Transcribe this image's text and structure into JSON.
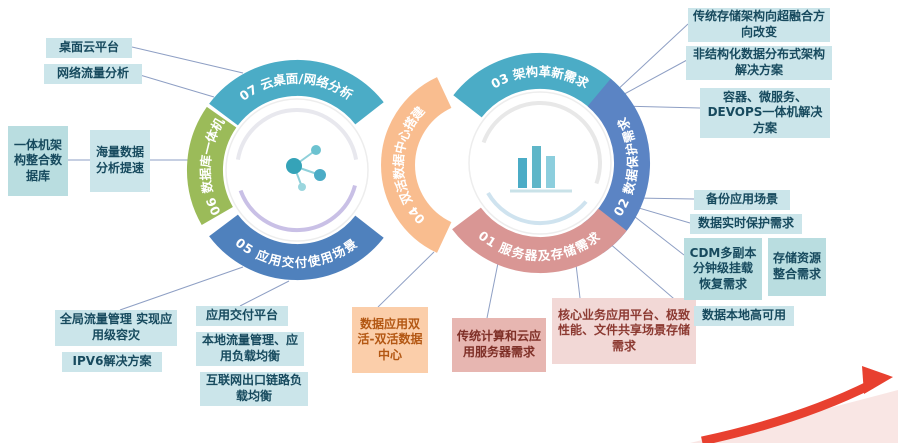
{
  "diagram": {
    "arcs": {
      "a07": "07 云桌面/网络分析",
      "a06": "06 数据库一体机",
      "a05": "05 应用交付使用场景",
      "a04": "04 双活数据中心搭建",
      "a03": "03 架构革新需求",
      "a02": "02 数据保护需求",
      "a01": "01 服务器及存储需求"
    },
    "arc_colors": {
      "a07": "#4bacc6",
      "a06": "#9bbb59",
      "a05": "#4f81bd",
      "a04": "#f9bd8f",
      "a03": "#4bacc6",
      "a02": "#5b84c4",
      "a01": "#d99694"
    },
    "labels": {
      "desktop_cloud_platform": "桌面云平台",
      "network_traffic_analysis": "网络流量分析",
      "appliance_architecture_db": "一体机架构整合数据库",
      "massive_data_speedup": "海量数据分析提速",
      "global_traffic_mgmt": "全局流量管理 实现应用级容灾",
      "ipv6_solution": "IPV6解决方案",
      "app_delivery_platform": "应用交付平台",
      "local_traffic_lb": "本地流量管理、应用负载均衡",
      "internet_link_lb": "互联网出口链路负载均衡",
      "dual_active_dc": "数据应用双活-双活数据中心",
      "traditional_cloud_server": "传统计算和云应用服务器需求",
      "core_business_storage": "核心业务应用平台、极致性能、文件共享场景存储需求",
      "storage_hyperconverged": "传统存储架构向超融合方向改变",
      "unstructured_distributed": "非结构化数据分布式架构解决方案",
      "container_devops": "容器、微服务、DEVOPS一体机解决方案",
      "backup_scenario": "备份应用场景",
      "realtime_data_protection": "数据实时保护需求",
      "cdm_mount_recovery": "CDM多副本分钟级挂载恢复需求",
      "storage_consolidation": "存储资源整合需求",
      "data_local_ha": "数据本地高可用"
    },
    "accent_red": "#e8402f"
  }
}
